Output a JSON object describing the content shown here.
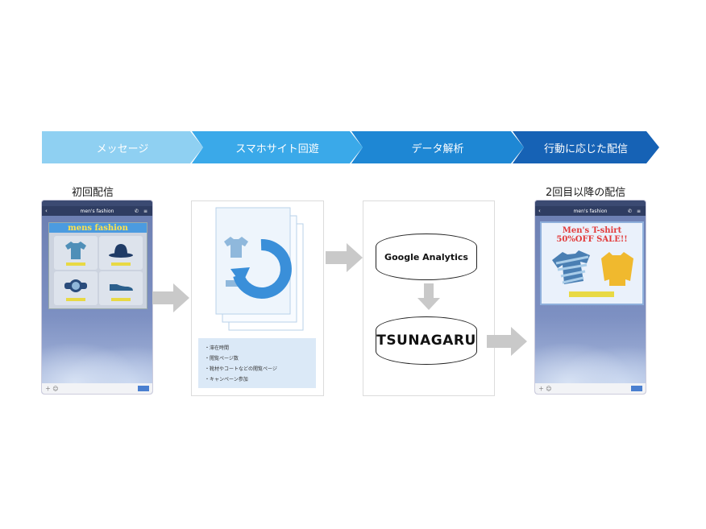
{
  "steps": [
    {
      "label": "メッセージ",
      "color": "#8fd0f2"
    },
    {
      "label": "スマホサイト回遊",
      "color": "#3aa9e9"
    },
    {
      "label": "データ解析",
      "color": "#1e87d4"
    },
    {
      "label": "行動に応じた配信",
      "color": "#1662b5"
    }
  ],
  "labels": {
    "first_delivery": "初回配信",
    "second_delivery": "2回目以降の配信"
  },
  "phone1": {
    "header_title": "men's fashion",
    "card_title": "mens fashion",
    "items": [
      "t-shirt-icon",
      "hat-icon",
      "watch-icon",
      "shoes-icon"
    ]
  },
  "phone2": {
    "header_title": "men's fashion",
    "sale_line1": "Men's T-shirt",
    "sale_line2": "50%OFF SALE!!"
  },
  "tracking_list": [
    "・滞在時間",
    "・閲覧ページ数",
    "・靴材やコートなどの閲覧ページ",
    "・キャンペーン参加"
  ],
  "analytics": {
    "google_label": "Google Analytics",
    "tsunagaru_label": "TSUNAGARU"
  },
  "colors": {
    "arrow_gray": "#c9c9c9",
    "sale_red": "#e23b3b",
    "banner_yellow": "#ffe24a"
  }
}
